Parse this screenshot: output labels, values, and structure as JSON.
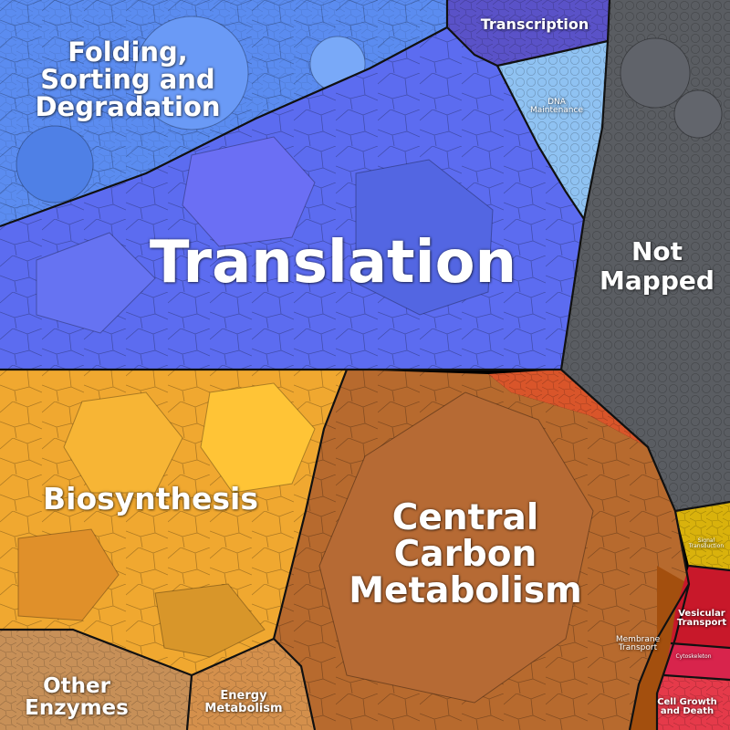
{
  "treemap": {
    "regions": [
      {
        "id": "folding",
        "label": "Folding,\nSorting and\nDegradation",
        "color": "#5b8cf0"
      },
      {
        "id": "transcription",
        "label": "Transcription",
        "color": "#5a52c8"
      },
      {
        "id": "dna",
        "label": "DNA\nMaintenance",
        "color": "#8fc2f2"
      },
      {
        "id": "translation",
        "label": "Translation",
        "color": "#5c6cf0"
      },
      {
        "id": "not_mapped",
        "label": "Not\nMapped",
        "color": "#5a5d62"
      },
      {
        "id": "biosynthesis",
        "label": "Biosynthesis",
        "color": "#f0a830"
      },
      {
        "id": "central",
        "label": "Central\nCarbon\nMetabolism",
        "color": "#b76a2e"
      },
      {
        "id": "redorange",
        "label": "",
        "color": "#d9552a"
      },
      {
        "id": "membrane",
        "label": "Membrane\nTransport",
        "color": "#a34f0e"
      },
      {
        "id": "signal",
        "label": "Signal\nTransduction",
        "color": "#d9b20c"
      },
      {
        "id": "vesicular",
        "label": "Vesicular\nTransport",
        "color": "#c8182a"
      },
      {
        "id": "cytoskeleton",
        "label": "Cytoskeleton",
        "color": "#d8244c"
      },
      {
        "id": "cellgrowth",
        "label": "Cell Growth\nand Death",
        "color": "#e53a4a"
      },
      {
        "id": "other",
        "label": "Other\nEnzymes",
        "color": "#c79058"
      },
      {
        "id": "energy",
        "label": "Energy\nMetabolism",
        "color": "#d4904c"
      }
    ]
  }
}
